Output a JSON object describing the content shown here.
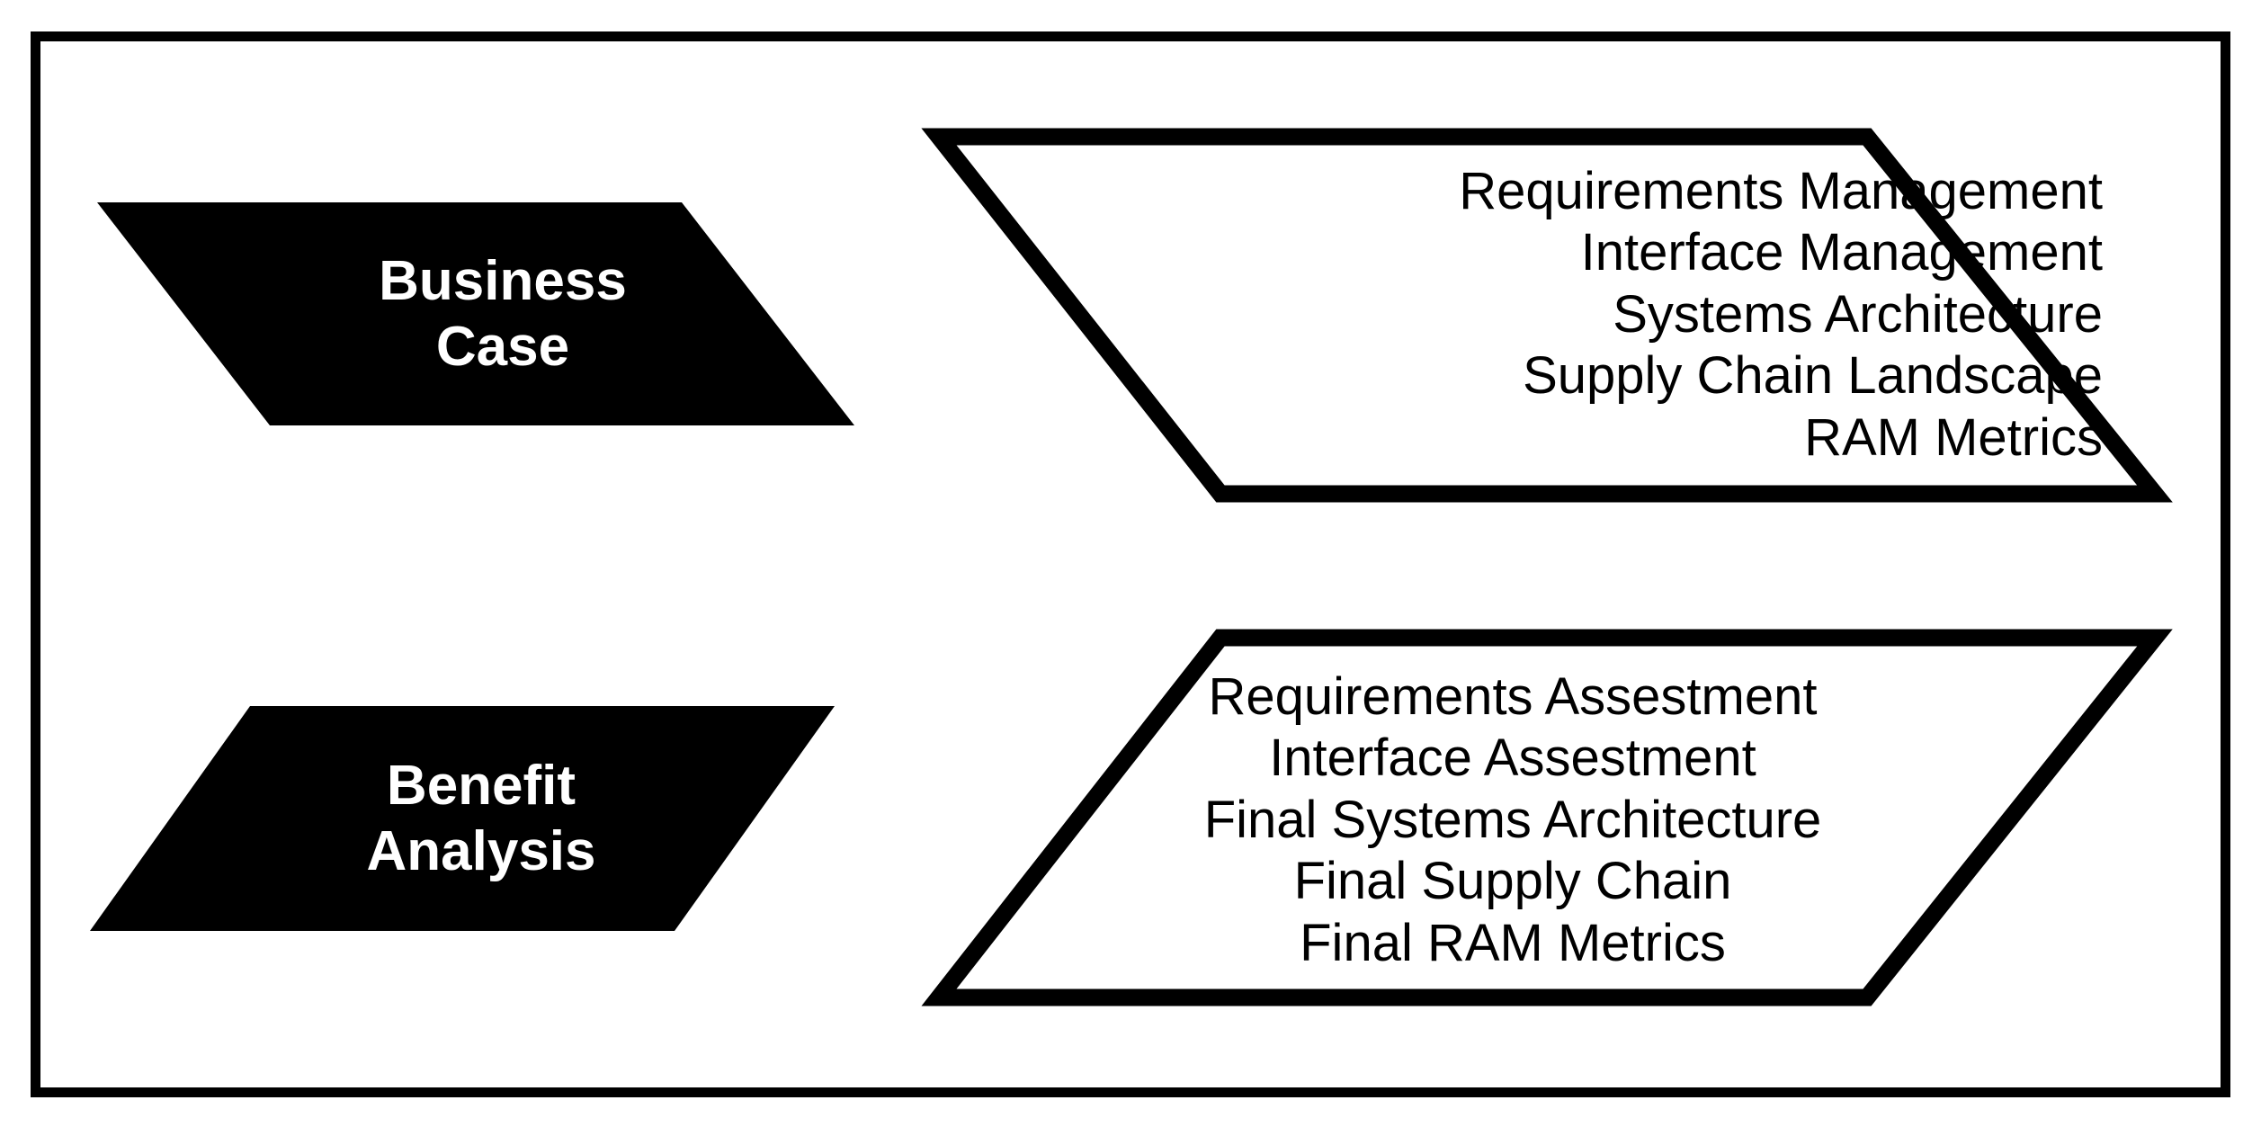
{
  "diagram": {
    "frame": {
      "border_color": "#000000",
      "background_color": "#ffffff"
    },
    "rows": [
      {
        "phase_label_lines": [
          "Business",
          "Case"
        ],
        "phase_fill": "#000000",
        "phase_text_color": "#ffffff",
        "outputs": [
          "Requirements Management",
          "Interface Management",
          "Systems Architecture",
          "Supply Chain Landscape",
          "RAM Metrics"
        ],
        "outputs_fill": "#ffffff",
        "outputs_stroke": "#000000",
        "outputs_text_color": "#000000"
      },
      {
        "phase_label_lines": [
          "Benefit",
          "Analysis"
        ],
        "phase_fill": "#000000",
        "phase_text_color": "#ffffff",
        "outputs": [
          "Requirements Assestment",
          "Interface Assestment",
          "Final Systems Architecture",
          "Final Supply Chain",
          "Final RAM Metrics"
        ],
        "outputs_fill": "#ffffff",
        "outputs_stroke": "#000000",
        "outputs_text_color": "#000000"
      }
    ]
  }
}
